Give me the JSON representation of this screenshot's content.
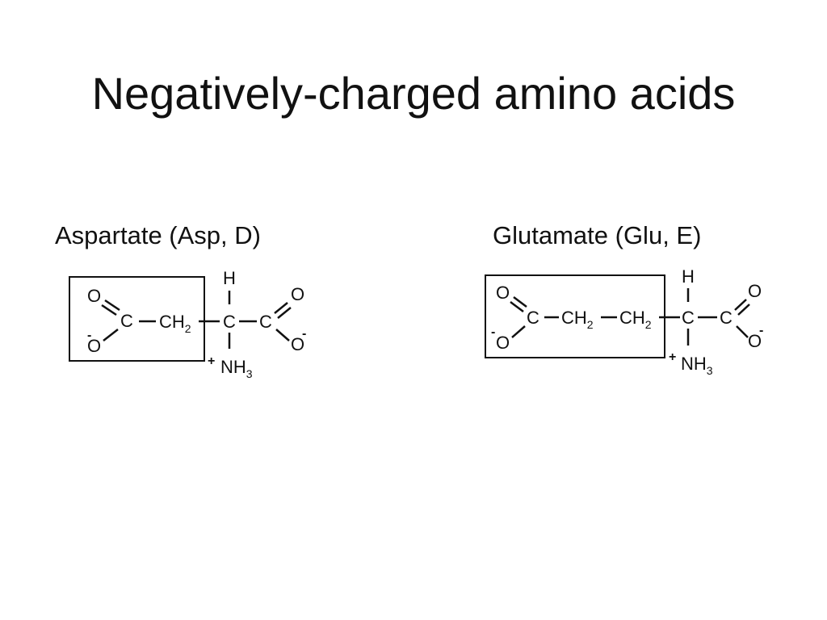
{
  "slide": {
    "title": "Negatively-charged amino acids"
  },
  "aspartate": {
    "name": "Aspartate (Asp, D)",
    "atoms": {
      "side_o_top": "O",
      "side_o_bottom": "O",
      "side_c": "C",
      "ch2_a": "CH",
      "ch2_a_sub": "2",
      "alpha_h": "H",
      "alpha_c": "C",
      "carboxyl_c": "C",
      "carboxyl_o_top": "O",
      "carboxyl_o_bottom": "O",
      "amino": "NH",
      "amino_sub": "3",
      "minus_side": "-",
      "minus_carboxyl": "-",
      "plus_amino": "+"
    }
  },
  "glutamate": {
    "name": "Glutamate (Glu, E)",
    "atoms": {
      "side_o_top": "O",
      "side_o_bottom": "O",
      "side_c": "C",
      "ch2_a": "CH",
      "ch2_a_sub": "2",
      "ch2_b": "CH",
      "ch2_b_sub": "2",
      "alpha_h": "H",
      "alpha_c": "C",
      "carboxyl_c": "C",
      "carboxyl_o_top": "O",
      "carboxyl_o_bottom": "O",
      "amino": "NH",
      "amino_sub": "3",
      "minus_side": "-",
      "minus_carboxyl": "-",
      "plus_amino": "+"
    }
  }
}
